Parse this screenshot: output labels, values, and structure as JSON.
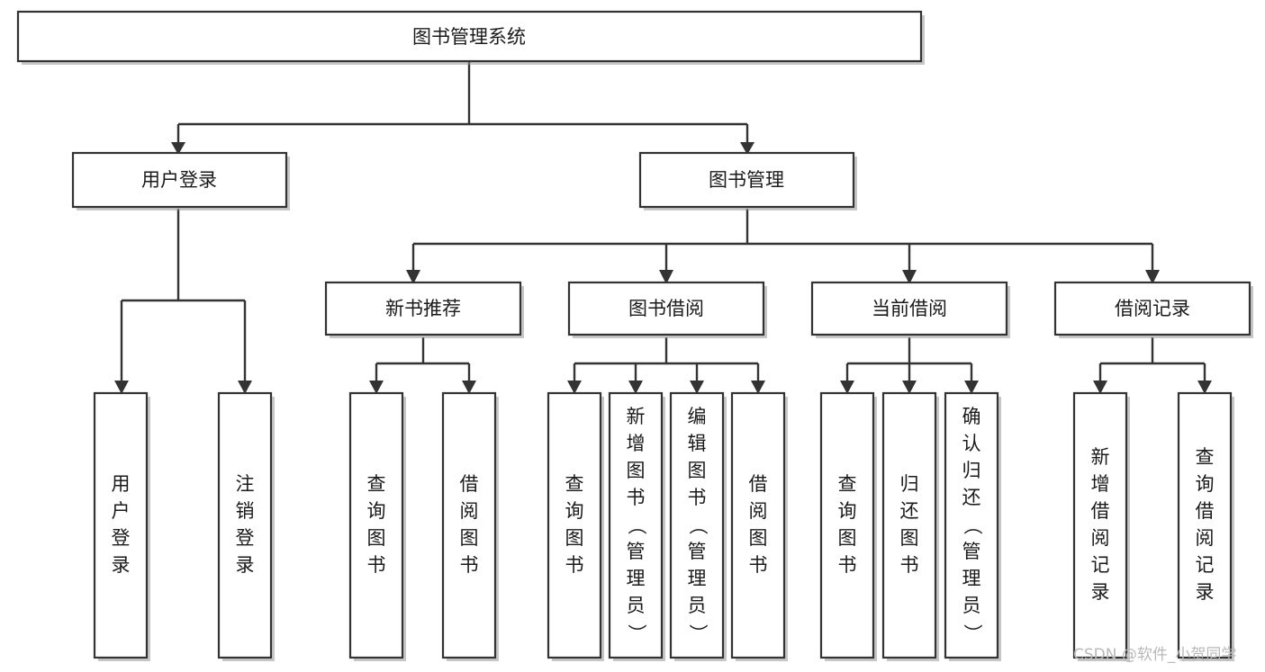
{
  "diagram": {
    "type": "tree-hierarchy",
    "title": "图书管理系统",
    "root": {
      "id": "root",
      "label": "图书管理系统",
      "orientation": "horizontal"
    },
    "level2": [
      {
        "id": "user-login",
        "label": "用户登录",
        "orientation": "horizontal"
      },
      {
        "id": "book-manage",
        "label": "图书管理",
        "orientation": "horizontal"
      }
    ],
    "level3": [
      {
        "id": "new-book-recommend",
        "label": "新书推荐",
        "orientation": "horizontal",
        "parent": "book-manage"
      },
      {
        "id": "book-borrow",
        "label": "图书借阅",
        "orientation": "horizontal",
        "parent": "book-manage"
      },
      {
        "id": "current-borrow",
        "label": "当前借阅",
        "orientation": "horizontal",
        "parent": "book-manage"
      },
      {
        "id": "borrow-record",
        "label": "借阅记录",
        "orientation": "horizontal",
        "parent": "book-manage"
      }
    ],
    "leaves": [
      {
        "id": "leaf-user-login",
        "label": "用户登录",
        "orientation": "vertical",
        "parent": "user-login"
      },
      {
        "id": "leaf-user-logout",
        "label": "注销登录",
        "orientation": "vertical",
        "parent": "user-login"
      },
      {
        "id": "leaf-query-book-1",
        "label": "查询图书",
        "orientation": "vertical",
        "parent": "new-book-recommend"
      },
      {
        "id": "leaf-borrow-book-1",
        "label": "借阅图书",
        "orientation": "vertical",
        "parent": "new-book-recommend"
      },
      {
        "id": "leaf-query-book-2",
        "label": "查询图书",
        "orientation": "vertical",
        "parent": "book-borrow"
      },
      {
        "id": "leaf-add-book",
        "label": "新增图书（管理员）",
        "orientation": "vertical",
        "parent": "book-borrow"
      },
      {
        "id": "leaf-edit-book",
        "label": "编辑图书（管理员）",
        "orientation": "vertical",
        "parent": "book-borrow"
      },
      {
        "id": "leaf-borrow-book-2",
        "label": "借阅图书",
        "orientation": "vertical",
        "parent": "book-borrow"
      },
      {
        "id": "leaf-query-book-3",
        "label": "查询图书",
        "orientation": "vertical",
        "parent": "current-borrow"
      },
      {
        "id": "leaf-return-book",
        "label": "归还图书",
        "orientation": "vertical",
        "parent": "current-borrow"
      },
      {
        "id": "leaf-confirm-return",
        "label": "确认归还（管理员）",
        "orientation": "vertical",
        "parent": "current-borrow"
      },
      {
        "id": "leaf-add-record",
        "label": "新增借阅记录",
        "orientation": "vertical",
        "parent": "borrow-record"
      },
      {
        "id": "leaf-query-record",
        "label": "查询借阅记录",
        "orientation": "vertical",
        "parent": "borrow-record"
      }
    ],
    "colors": {
      "box_fill": "#ffffff",
      "box_stroke": "#333333",
      "text": "#1a1a1a",
      "line": "#333333",
      "watermark": "#b9b9b9",
      "background": "#ffffff"
    }
  },
  "watermark": {
    "text": "CSDN @软件_小贺同学"
  }
}
